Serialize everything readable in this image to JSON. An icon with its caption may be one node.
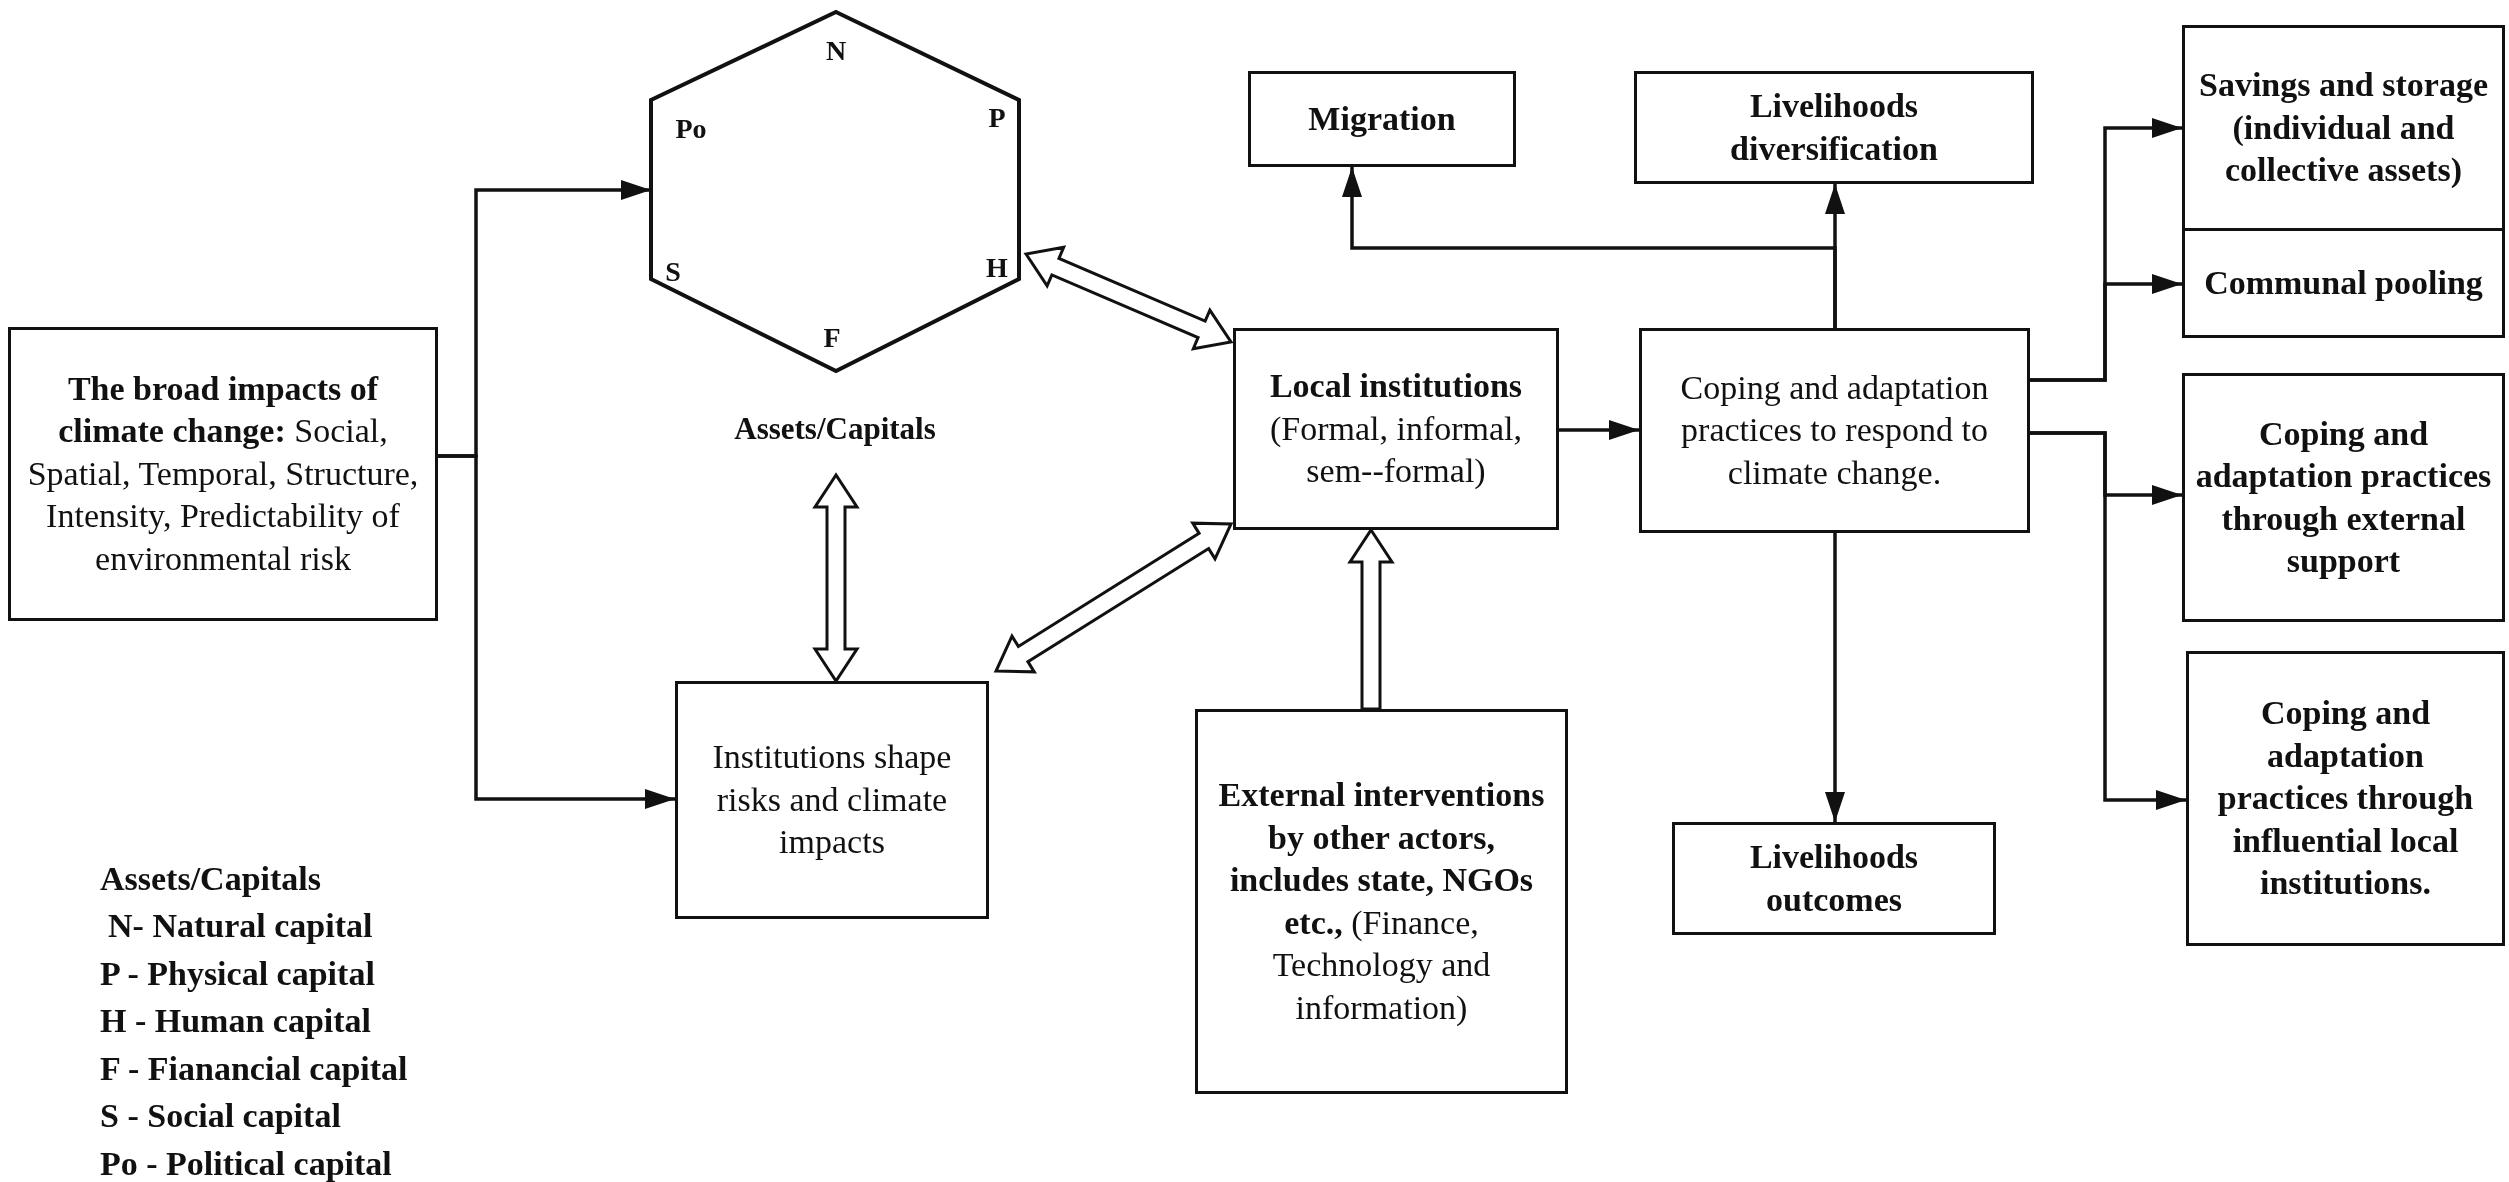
{
  "diagram": {
    "nodes": [
      {
        "text": [
          "**The broad impacts of climate change:** Social, Spatial, Temporal, Structure, Intensity, Predictability of environmental risk"
        ]
      },
      {
        "text": [
          "N",
          "Po",
          "P",
          "S",
          "H",
          "F"
        ],
        "beside": [
          "Assets/Capitals"
        ]
      },
      {
        "text": [
          "Migration"
        ]
      },
      {
        "text": [
          "Livelihoods diversification"
        ]
      },
      {
        "text": [
          "Savings and storage (individual and collective assets)"
        ]
      },
      {
        "text": [
          "Communal pooling"
        ]
      },
      {
        "text": [
          "**Local institutions** (Formal, informal, sem--formal)"
        ]
      },
      {
        "text": [
          "Coping and adaptation practices to respond to climate change."
        ]
      },
      {
        "text": [
          "Coping and adaptation practices through external support"
        ]
      },
      {
        "text": [
          "Institutions shape risks and climate impacts"
        ]
      },
      {
        "text": [
          "**External interventions by other actors, includes state, NGOs etc.,** (Finance, Technology and information)"
        ]
      },
      {
        "text": [
          "Livelihoods outcomes"
        ]
      },
      {
        "text": [
          "Coping and adaptation practices through influential local institutions."
        ]
      }
    ],
    "edges": [
      {
        "from": 0,
        "to": 1,
        "arrow": "to"
      },
      {
        "from": 0,
        "to": 9,
        "arrow": "to"
      },
      {
        "from": 1,
        "to": 6,
        "arrow": "both",
        "style": "thick"
      },
      {
        "from": 1,
        "to": 9,
        "arrow": "both",
        "style": "thick"
      },
      {
        "from": 9,
        "to": 6,
        "arrow": "both",
        "style": "thick"
      },
      {
        "from": 10,
        "to": 6,
        "arrow": "to",
        "style": "thick"
      },
      {
        "from": 6,
        "to": 7,
        "arrow": "to"
      },
      {
        "from": 7,
        "to": 3,
        "arrow": "to"
      },
      {
        "from": 7,
        "to": 2,
        "arrow": "to"
      },
      {
        "from": 7,
        "to": 4,
        "arrow": "to"
      },
      {
        "from": 7,
        "to": 5,
        "arrow": "to"
      },
      {
        "from": 7,
        "to": 8,
        "arrow": "to"
      },
      {
        "from": 7,
        "to": 12,
        "arrow": "to"
      },
      {
        "from": 7,
        "to": 11,
        "arrow": "to"
      }
    ],
    "labels": [
      "Assets/Capitals"
    ],
    "legend": [
      {
        "text": "N- Natural capital"
      },
      {
        "text": "P - Physical capital"
      },
      {
        "text": "H - Human capital"
      },
      {
        "text": "F - Fianancial capital"
      },
      {
        "text": "S - Social capital"
      },
      {
        "text": "Po - Political capital"
      }
    ]
  }
}
